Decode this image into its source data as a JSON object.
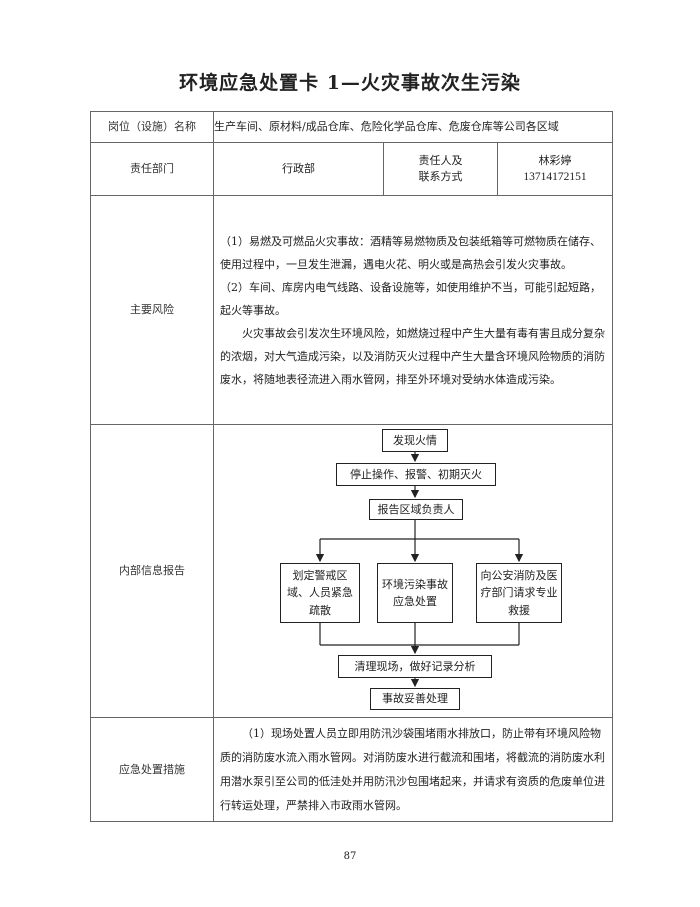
{
  "title": "环境应急处置卡 1—火灾事故次生污染",
  "rows": {
    "position": {
      "label": "岗位（设施）名称",
      "value": "生产车间、原材料/成品仓库、危险化学品仓库、危废仓库等公司各区域"
    },
    "department": {
      "label": "责任部门",
      "value": "行政部",
      "contact_label": "责任人及\n联系方式",
      "contact_name": "林彩婷",
      "contact_phone": "13714172151"
    },
    "risk": {
      "label": "主要风险",
      "paragraphs": [
        "（1）易燃及可燃品火灾事故：酒精等易燃物质及包装纸箱等可燃物质在储存、使用过程中，一旦发生泄漏，遇电火花、明火或是高热会引发火灾事故。",
        "（2）车间、库房内电气线路、设备设施等，如使用维护不当，可能引起短路，起火等事故。",
        "火灾事故会引发次生环境风险，如燃烧过程中产生大量有毒有害且成分复杂的浓烟，对大气造成污染，以及消防灭火过程中产生大量含环境风险物质的消防废水，将随地表径流进入雨水管网，排至外环境对受纳水体造成污染。"
      ]
    },
    "report": {
      "label": "内部信息报告",
      "flow": {
        "step1": "发现火情",
        "step2": "停止操作、报警、初期灭火",
        "step3": "报告区域负责人",
        "branch1": "划定警戒区域、人员紧急疏散",
        "branch2": "环境污染事故应急处置",
        "branch3": "向公安消防及医疗部门请求专业救援",
        "step4": "清理现场，做好记录分析",
        "step5": "事故妥善处理"
      }
    },
    "measures": {
      "label": "应急处置措施",
      "text": "（1）现场处置人员立即用防汛沙袋围堵雨水排放口，防止带有环境风险物质的消防废水流入雨水管网。对消防废水进行截流和围堵，将截流的消防废水利用潜水泵引至公司的低洼处并用防汛沙包围堵起来，并请求有资质的危废单位进行转运处理，严禁排入市政雨水管网。"
    }
  },
  "page_number": "87"
}
